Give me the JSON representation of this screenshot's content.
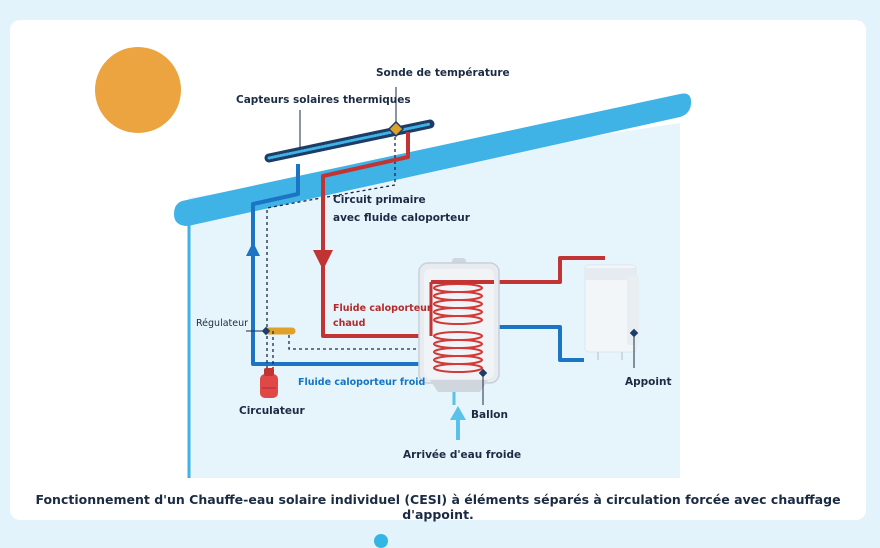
{
  "colors": {
    "sun": "#eba43f",
    "roof": "#3fb2e6",
    "house": "#e6f4fb",
    "hot": "#c23434",
    "cold": "#1b74c4",
    "regulator": "#e0a12a",
    "circulator": "#e04848",
    "cold_water": "#5ac2ea"
  },
  "labels": {
    "sonde": "Sonde de température",
    "capteurs": "Capteurs solaires thermiques",
    "circuit_primaire_1": "Circuit primaire",
    "circuit_primaire_2": "avec fluide caloporteur",
    "fluide_chaud_1": "Fluide caloporteur",
    "fluide_chaud_2": "chaud",
    "regulateur": "Régulateur",
    "fluide_froid": "Fluide caloporteur froid",
    "circulateur": "Circulateur",
    "ballon": "Ballon",
    "appoint": "Appoint",
    "arrivee_eau": "Arrivée d'eau froide"
  },
  "caption": "Fonctionnement d'un Chauffe-eau solaire individuel (CESI) à éléments séparés à circulation forcée avec chauffage d'appoint."
}
